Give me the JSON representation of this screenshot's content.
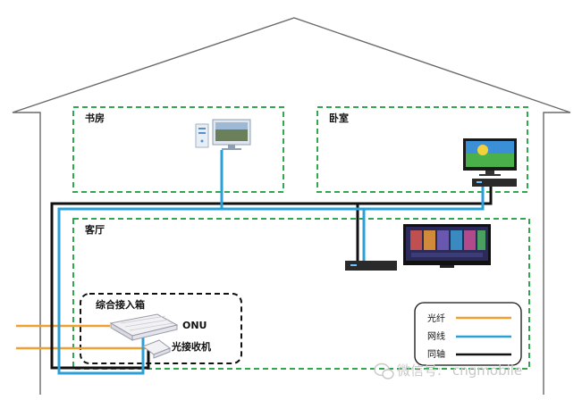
{
  "rooms": {
    "study": "书房",
    "bedroom": "卧室",
    "living": "客厅",
    "access_box": "综合接入箱"
  },
  "devices": {
    "onu": "ONU",
    "optical_receiver": "光接收机"
  },
  "legend": {
    "fiber": "光纤",
    "network": "网线",
    "coax": "同轴"
  },
  "colors": {
    "fiber": "#f0a030",
    "network": "#2a9fd8",
    "coax": "#111111",
    "room_border": "#2fa84f",
    "house": "#6a6a6a"
  },
  "watermark": {
    "prefix": "微信号:",
    "handle": "cngmobile"
  }
}
